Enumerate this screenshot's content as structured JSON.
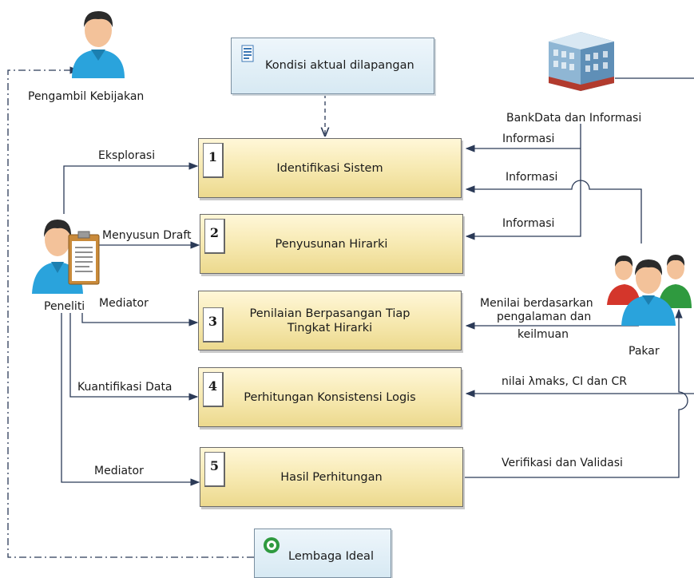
{
  "actors": {
    "policy_maker": "Pengambil Kebijakan",
    "researcher": "Peneliti",
    "expert": "Pakar",
    "data_bank": "BankData dan Informasi"
  },
  "top_box": "Kondisi aktual dilapangan",
  "bottom_box": "Lembaga Ideal",
  "steps": [
    {
      "num": "1",
      "label": "Identifikasi Sistem"
    },
    {
      "num": "2",
      "label": "Penyusunan Hirarki"
    },
    {
      "num": "3",
      "label_line1": "Penilaian Berpasangan Tiap",
      "label_line2": "Tingkat Hirarki"
    },
    {
      "num": "4",
      "label": "Perhitungan Konsistensi Logis"
    },
    {
      "num": "5",
      "label": "Hasil Perhitungan"
    }
  ],
  "left_flows": {
    "eksplorasi": "Eksplorasi",
    "menyusun_draft": "Menyusun Draft",
    "mediator_3": "Mediator",
    "kuantifikasi": "Kuantifikasi Data",
    "mediator_5": "Mediator"
  },
  "right_flows": {
    "informasi_1": "Informasi",
    "informasi_2": "Informasi",
    "informasi_3": "Informasi",
    "menilai_line1": "Menilai berdasarkan",
    "menilai_line2": "pengalaman dan",
    "menilai_line3": "keilmuan",
    "nilai": "nilai λmaks, CI dan CR",
    "verifikasi": "Verifikasi dan Validasi"
  },
  "colors": {
    "line": "#2b3a57",
    "box_fill": "#f6e8ae",
    "person_shirt": "#2aa3dc"
  }
}
